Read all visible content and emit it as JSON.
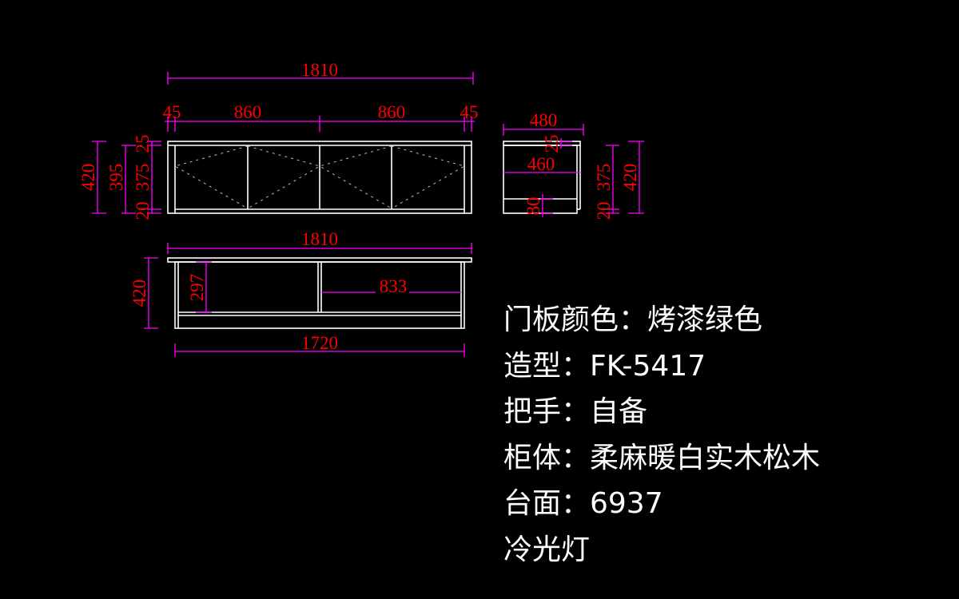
{
  "colors": {
    "background": "#000000",
    "outline": "#ffffff",
    "dimension_line": "#ff00ff",
    "dimension_text": "#ff0000"
  },
  "front_view": {
    "overall_width": "1810",
    "side_left": "45",
    "door_pair_left": "860",
    "door_pair_right": "860",
    "side_right": "45",
    "total_height": "420",
    "body_height": "395",
    "top_thickness": "25",
    "door_height": "375",
    "base_height": "20"
  },
  "side_view": {
    "depth": "480",
    "inner_depth": "460",
    "top_thickness": "25",
    "drawer_height": "80",
    "door_height": "375",
    "base_height": "20",
    "total_height": "420"
  },
  "open_view": {
    "top_width": "1810",
    "height": "420",
    "shelf_height": "297",
    "compartment_width": "833",
    "body_width": "1720"
  },
  "notes": [
    "门板颜色：烤漆绿色",
    "造型：FK-5417",
    "把手：自备",
    "柜体：柔麻暖白实木松木",
    "台面：6937",
    "冷光灯"
  ]
}
